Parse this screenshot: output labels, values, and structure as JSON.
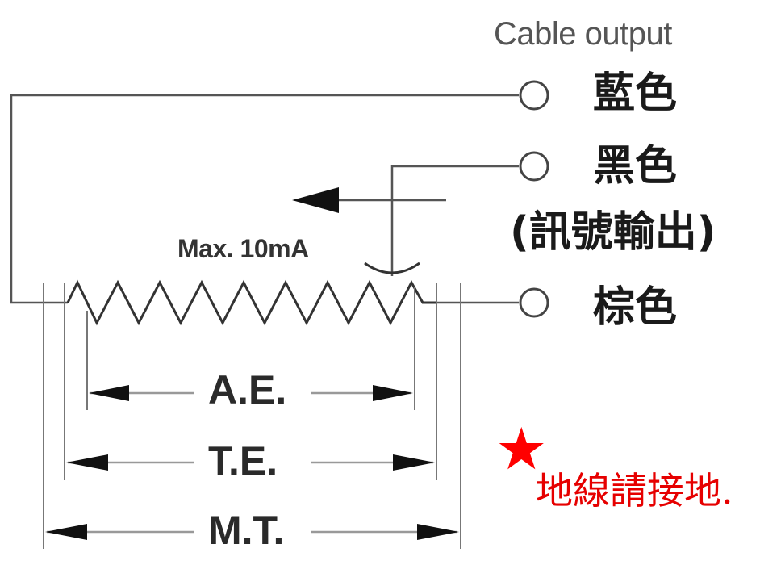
{
  "header": {
    "cable_output": "Cable output"
  },
  "wires": {
    "blue": "藍色",
    "black": "黑色",
    "signal": "(訊號輸出)",
    "brown": "棕色"
  },
  "current_limit": "Max. 10mA",
  "dimensions": {
    "ae": "A.E.",
    "te": "T.E.",
    "mt": "M.T."
  },
  "ground_note": {
    "star": "★",
    "text": "地線請接地."
  },
  "colors": {
    "line": "#555555",
    "note": "#e60000"
  }
}
